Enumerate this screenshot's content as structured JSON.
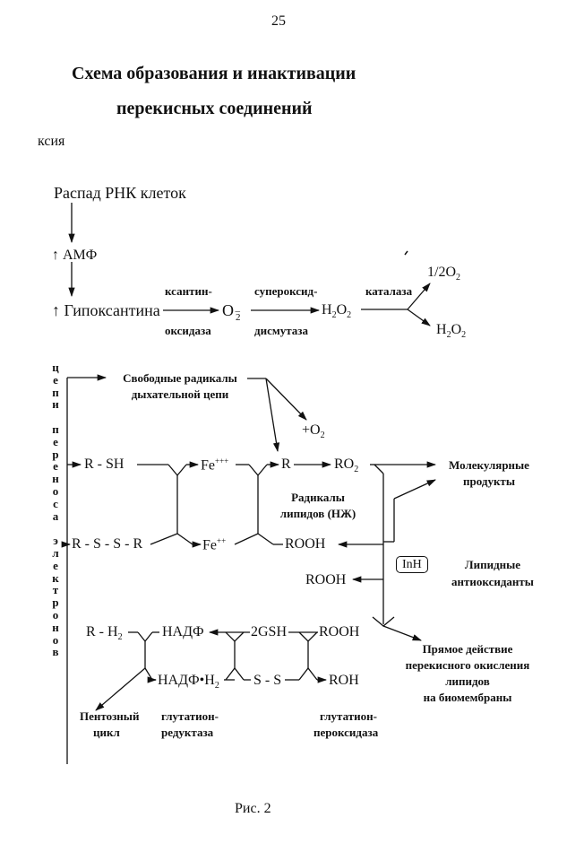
{
  "page_number": "25",
  "title_line1": "Схема образования и инактивации",
  "title_line2": "перекисных соединений",
  "fragment": "ксия",
  "top_chain": {
    "rna": "Распад РНК клеток",
    "amp": "↑ АМФ",
    "hypox": "↑ Гипоксантина",
    "xo_top": "ксантин-",
    "xo_bottom": "оксидаза",
    "o2": "O",
    "o2_sub": "2",
    "o2_sup": "–",
    "sod_top": "супероксид-",
    "sod_bottom": "дисмутаза",
    "h2o2": "H",
    "h2o2_sub": "2",
    "h2o2_o": "O",
    "h2o2_sub2": "2",
    "catalase": "каталаза",
    "half_o2": "1/2O",
    "half_o2_sub": "2",
    "h2o2_out": "H",
    "h2o2_out_sub": "2",
    "h2o2_out_o": "O",
    "h2o2_out_sub2": "2"
  },
  "vertical_label": [
    "ц",
    "е",
    "п",
    "и",
    "",
    "п",
    "е",
    "р",
    "е",
    "н",
    "о",
    "с",
    "а",
    "",
    "э",
    "л",
    "е",
    "к",
    "т",
    "р",
    "о",
    "н",
    "о",
    "в"
  ],
  "middle": {
    "free_radicals_1": "Свободные радикалы",
    "free_radicals_2": "дыхательной цепи",
    "plus_o2": "+O",
    "plus_o2_sub": "2",
    "rsh": "R - SH",
    "fe3": "Fe",
    "fe3_sup": "+++",
    "r": "R",
    "ro2": "RO",
    "ro2_sub": "2",
    "mol_products_1": "Молекулярные",
    "mol_products_2": "продукты",
    "lipid_radicals_1": "Радикалы",
    "lipid_radicals_2": "липидов (НЖ)",
    "rssr": "R - S - S - R",
    "fe2": "Fe",
    "fe2_sup": "++",
    "rooh_1": "ROOH",
    "inh": "InH",
    "lipid_antiox_1": "Липидные",
    "lipid_antiox_2": "антиоксиданты",
    "rooh_2": "ROOH"
  },
  "bottom": {
    "rh2": "R - H",
    "rh2_sub": "2",
    "nadp": "НАДФ",
    "gsh": "2GSH",
    "rooh_3": "ROOH",
    "nadph2": "НАДФ•H",
    "nadph2_sub": "2",
    "ss": "S - S",
    "roh": "ROH",
    "direct_1": "Прямое действие",
    "direct_2": "перекисного  окисления",
    "direct_3": "липидов",
    "direct_4": "на биомембраны",
    "pentose_1": "Пентозный",
    "pentose_2": "цикл",
    "gr_1": "глутатион-",
    "gr_2": "редуктаза",
    "gpx_1": "глутатион-",
    "gpx_2": "пероксидаза"
  },
  "caption": "Рис. 2"
}
